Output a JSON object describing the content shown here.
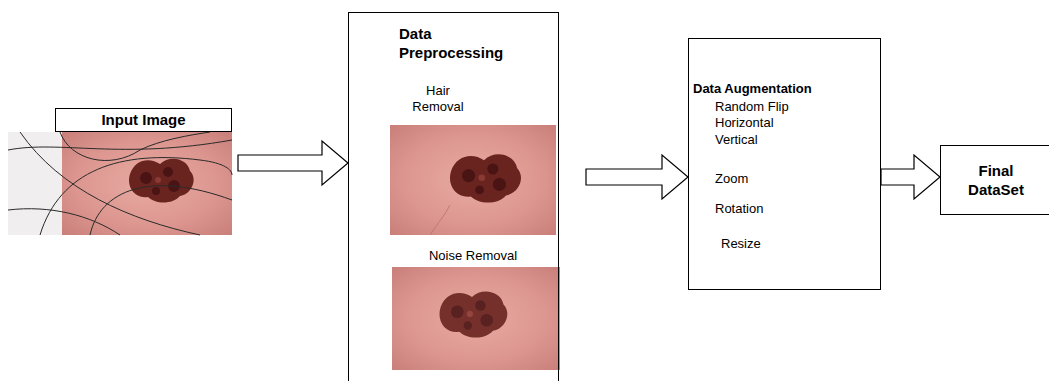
{
  "diagram": {
    "nodes": [
      {
        "text": [
          "Input Image"
        ]
      },
      {
        "text": [
          "Data Preprocessing",
          "Hair Removal",
          "Noise Removal"
        ]
      },
      {
        "text": [
          "Data Augmentation",
          "Random Flip Horizontal Vertical",
          "Zoom",
          "Rotation",
          "Resize"
        ]
      },
      {
        "text": [
          "Final DataSet"
        ]
      }
    ],
    "edges": [
      {
        "from": 0,
        "to": 1,
        "arrow": "to"
      },
      {
        "from": 1,
        "to": 2,
        "arrow": "to"
      },
      {
        "from": 2,
        "to": 3,
        "arrow": "to"
      }
    ]
  }
}
